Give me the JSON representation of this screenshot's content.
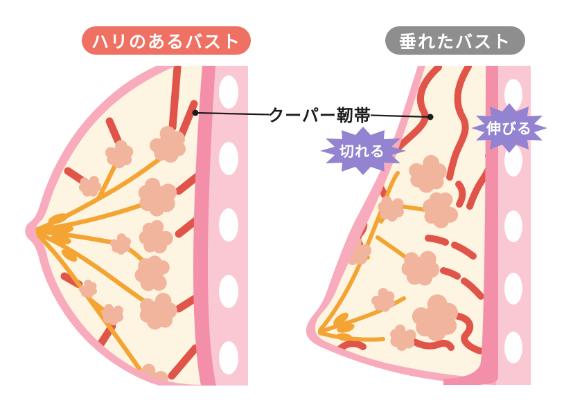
{
  "figure": {
    "left_panel": {
      "title": "ハリのあるバスト"
    },
    "right_panel": {
      "title": "垂れたバスト"
    },
    "annotation": {
      "label": "クーパー靭帯"
    },
    "bursts": {
      "tear": "切れる",
      "stretch": "伸びる"
    },
    "colors": {
      "left_title_bg": "#ee7164",
      "right_title_bg": "#8e8e8e",
      "burst": "#9383d0",
      "skin": "#f8abbd",
      "breast_tissue": "#fdf5e1",
      "chest_wall_light": "#fac8d3",
      "chest_wall_accent": "#f48fa9",
      "ligament": "#e0544a",
      "milk_duct": "#f3a433",
      "lobule": "#f1b59d",
      "annotation_line": "#1c1c1c"
    }
  }
}
